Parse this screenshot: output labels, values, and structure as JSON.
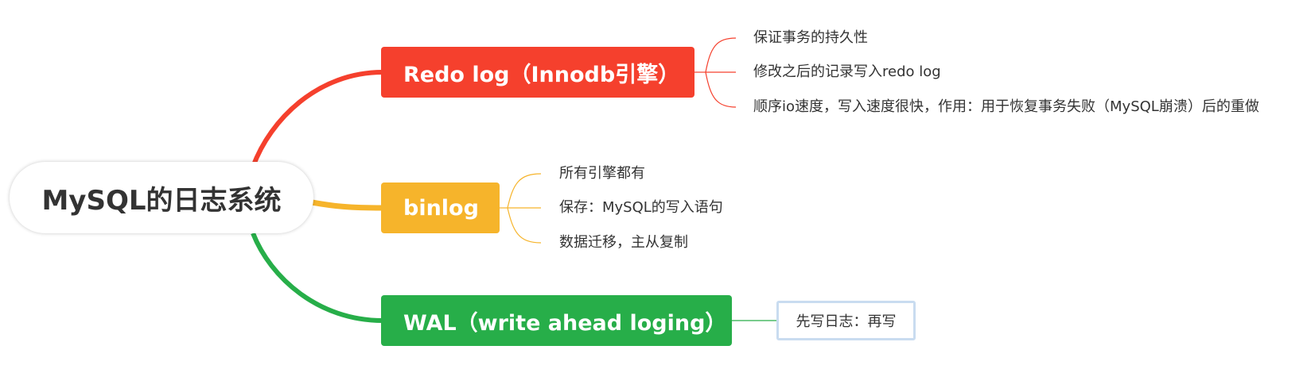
{
  "root": {
    "label": "MySQL的日志系统"
  },
  "colors": {
    "redo": "#f5402d",
    "binlog": "#f6b42b",
    "wal": "#27ae49",
    "wal_note_border": "#c9dcf0"
  },
  "branches": [
    {
      "label": "Redo log（Innodb引擎）",
      "leaves": [
        "保证事务的持久性",
        "修改之后的记录写入redo log",
        "顺序io速度，写入速度很快，作用：用于恢复事务失败（MySQL崩溃）后的重做"
      ]
    },
    {
      "label": "binlog",
      "leaves": [
        "所有引擎都有",
        "保存：MySQL的写入语句",
        "数据迁移，主从复制"
      ]
    },
    {
      "label": "WAL（write ahead loging）",
      "leaves": [
        "先写日志：再写"
      ]
    }
  ]
}
